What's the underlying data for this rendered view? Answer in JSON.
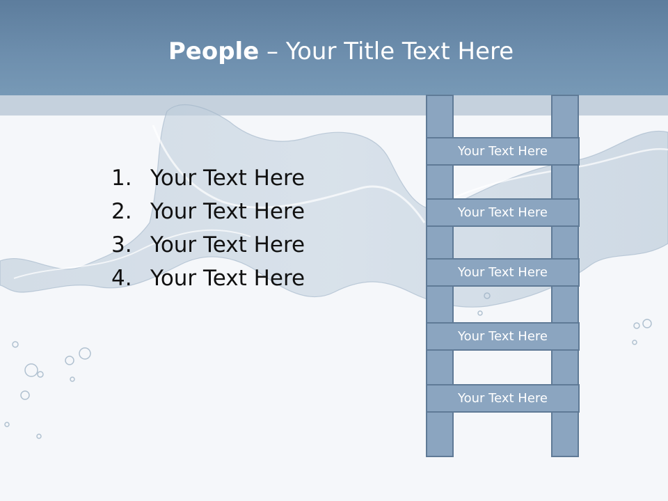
{
  "title": {
    "bold": "People",
    "rest": " – Your Title Text Here"
  },
  "list": [
    {
      "num": "1.",
      "text": "Your Text Here"
    },
    {
      "num": "2.",
      "text": "Your Text Here"
    },
    {
      "num": "3.",
      "text": "Your Text Here"
    },
    {
      "num": "4.",
      "text": "Your Text Here"
    }
  ],
  "ladder": {
    "rungs": [
      "Your Text Here",
      "Your Text Here",
      "Your Text Here",
      "Your Text Here",
      "Your Text Here"
    ]
  },
  "colors": {
    "header": "#6e8fae",
    "ladder_fill": "#8ba5c0",
    "ladder_border": "#5f7a96",
    "background": "#f5f7fa"
  }
}
